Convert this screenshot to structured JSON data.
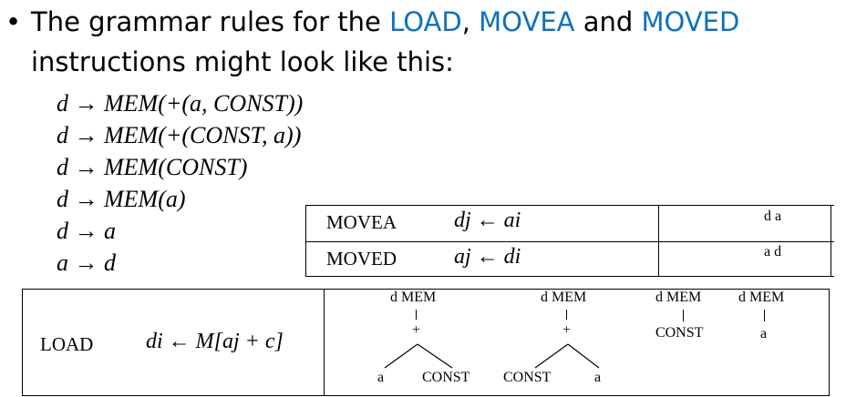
{
  "heading": {
    "bullet": "•",
    "pre": "The grammar rules for the ",
    "load": "LOAD",
    "comma": ", ",
    "movea": "MOVEA",
    "and": " and ",
    "moved": "MOVED",
    "line2": "instructions might look like this:"
  },
  "colors": {
    "highlight": "#0b72bd"
  },
  "rules": [
    "d → MEM(+(a, CONST))",
    "d → MEM(+(CONST, a))",
    "d → MEM(CONST)",
    "d → MEM(a)",
    "d → a",
    "a → d"
  ],
  "move_table": {
    "rows": [
      {
        "op": "MOVEA",
        "expr": "dj ← ai",
        "tree": "d a"
      },
      {
        "op": "MOVED",
        "expr": "aj ← di",
        "tree": "a d"
      }
    ]
  },
  "load_table": {
    "op": "LOAD",
    "expr": "di ← M[aj + c]",
    "trees": [
      {
        "root": "d MEM",
        "child": "+",
        "left": "a",
        "right": "CONST"
      },
      {
        "root": "d MEM",
        "child": "+",
        "left": "CONST",
        "right": "a"
      },
      {
        "root": "d MEM",
        "child": "CONST"
      },
      {
        "root": "d MEM",
        "child": "a"
      }
    ]
  }
}
